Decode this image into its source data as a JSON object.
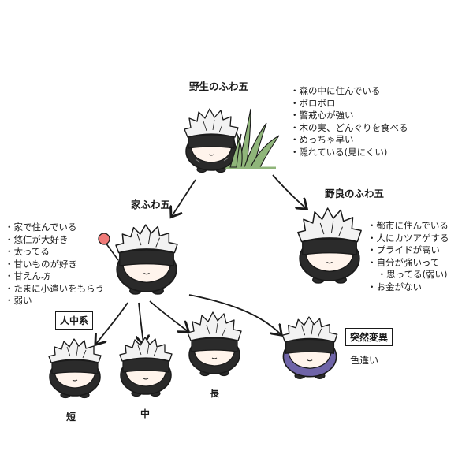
{
  "wild": {
    "title": "野生のふわ五",
    "facts": [
      "森の中に住んでいる",
      "ボロボロ",
      "警戒心が強い",
      "木の実、どんぐりを食べる",
      "めっちゃ早い",
      "隠れている(見にくい)"
    ]
  },
  "house": {
    "title": "家ふわ五",
    "facts": [
      "家で住んでいる",
      "悠仁が大好き",
      "太ってる",
      "甘いものが好き",
      "甘えん坊",
      "たまに小遣いをもらう",
      "弱い"
    ]
  },
  "stray": {
    "title": "野良のふわ五",
    "facts": [
      "都市に住んでいる",
      "人にカツアゲする",
      "プライドが高い",
      "自分が強いって",
      "思ってる(弱い)",
      "お金がない"
    ]
  },
  "bred": {
    "label": "人中系",
    "variants": [
      "短",
      "中",
      "長"
    ]
  },
  "mutation": {
    "label": "突然変異",
    "caption": "色違い"
  },
  "colors": {
    "ink": "#1a1a1a",
    "hair": "#f2f2f2",
    "skin": "#fff4ec",
    "mask": "#2b2b2b",
    "body": "#2a2a2a",
    "grass": "#8fb57a",
    "lollipop": "#f07a78",
    "mutant_body": "#6f64a8"
  }
}
